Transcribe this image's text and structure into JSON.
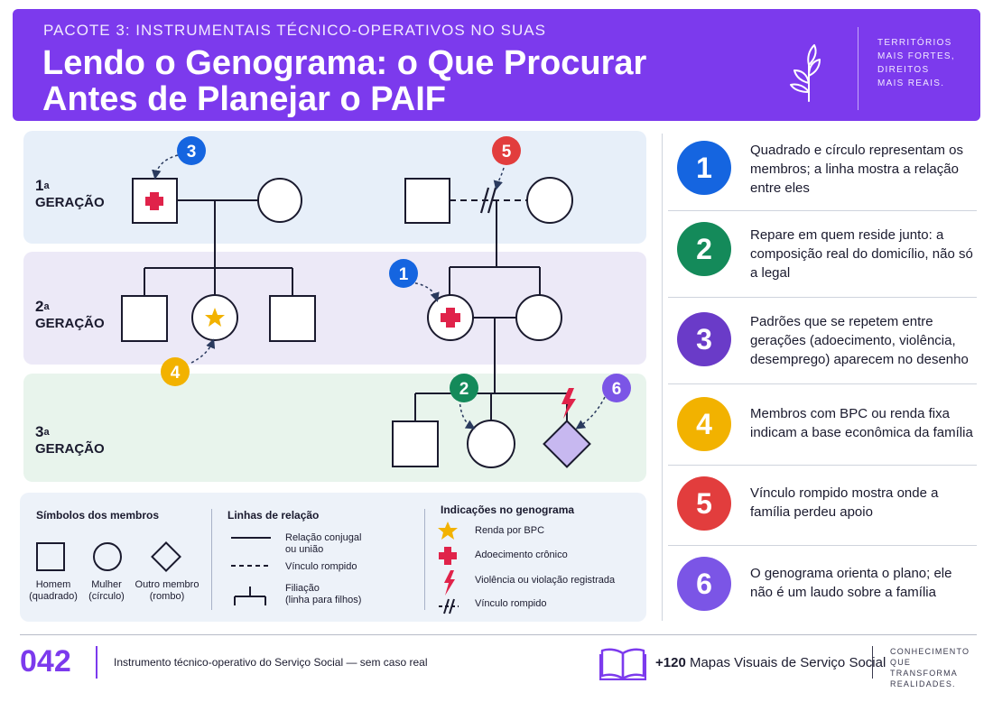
{
  "header": {
    "kicker": "PACOTE 3: INSTRUMENTAIS TÉCNICO-OPERATIVOS NO SUAS",
    "title": "Lendo o Genograma: o Que Procurar Antes de Planejar o PAIF",
    "tagline": "TERRITÓRIOS\nMAIS FORTES,\nDIREITOS\nMAIS REAIS.",
    "icon": "sprout-icon",
    "bg_color": "#7c3aed"
  },
  "generations": [
    {
      "num": "1",
      "sup": "a",
      "word": "GERAÇÃO"
    },
    {
      "num": "2",
      "sup": "a",
      "word": "GERAÇÃO"
    },
    {
      "num": "3",
      "sup": "a",
      "word": "GERAÇÃO"
    }
  ],
  "callouts": [
    "1",
    "2",
    "3",
    "4",
    "5",
    "6"
  ],
  "legend": {
    "members": {
      "title": "Símbolos dos membros",
      "items": [
        {
          "line1": "Homem",
          "line2": "(quadrado)"
        },
        {
          "line1": "Mulher",
          "line2": "(círculo)"
        },
        {
          "line1": "Outro membro",
          "line2": "(rombo)"
        }
      ]
    },
    "lines": {
      "title": "Linhas de relação",
      "items": [
        {
          "line1": "Relação conjugal",
          "line2": "ou união"
        },
        {
          "line1": "Vínculo rompido",
          "line2": ""
        },
        {
          "line1": "Filiação",
          "line2": "(linha para filhos)"
        }
      ]
    },
    "indications": {
      "title": "Indicações no genograma",
      "items": [
        {
          "icon": "star-icon",
          "label": "Renda por BPC"
        },
        {
          "icon": "red-cross-icon",
          "label": "Adoecimento crônico"
        },
        {
          "icon": "lightning-icon",
          "label": "Violência ou violação registrada"
        },
        {
          "icon": "broken-link-icon",
          "label": "Vínculo rompido"
        }
      ]
    }
  },
  "list": [
    {
      "num": "1",
      "color": "#1565e0",
      "text": "Quadrado e círculo representam os membros; a linha mostra a relação entre eles"
    },
    {
      "num": "2",
      "color": "#148a5a",
      "text": "Repare em quem reside junto: a composição real do domicílio, não só a legal"
    },
    {
      "num": "3",
      "color": "#6a3bc8",
      "text": "Padrões que se repetem entre gerações (adoecimento, violência, desemprego) aparecem no desenho"
    },
    {
      "num": "4",
      "color": "#f2b200",
      "text": "Membros com BPC ou renda fixa indicam a base econômica da família"
    },
    {
      "num": "5",
      "color": "#e23d3d",
      "text": "Vínculo rompido mostra onde a família perdeu apoio"
    },
    {
      "num": "6",
      "color": "#7b55e6",
      "text": "O genograma orienta o plano; ele não é um laudo sobre a família"
    }
  ],
  "footer": {
    "number": "042",
    "description": "Instrumento técnico-operativo do Serviço Social — sem caso real",
    "promo_bold": "+120",
    "promo_rest": " Mapas Visuais de Serviço Social",
    "tagline": "CONHECIMENTO\nQUE TRANSFORMA\nREALIDADES.",
    "icon": "book-icon"
  }
}
